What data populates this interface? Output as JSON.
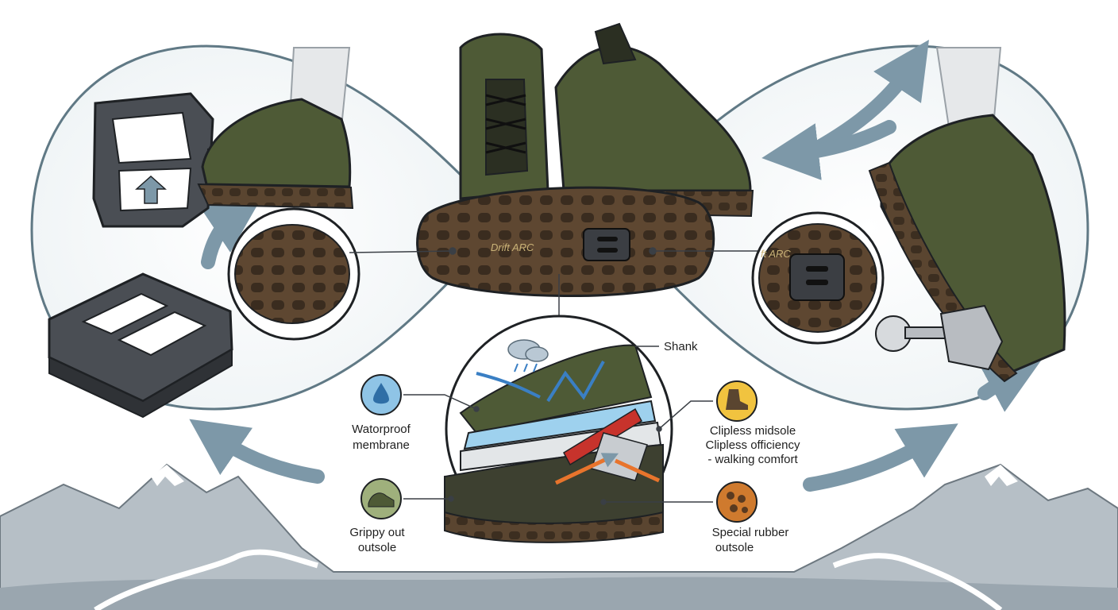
{
  "brand": {
    "left_sole": "Drift ARC",
    "right_sole": "ft ARC"
  },
  "callouts": {
    "shank": "Shank",
    "waterproof": [
      "Watorproof",
      "membrane"
    ],
    "clipless": [
      "Clipless midsole",
      "Clipless officiency",
      "- walking comfort"
    ],
    "grippy": [
      "Grippy out",
      "outsole"
    ],
    "rubber": [
      "Special rubber",
      "outsole"
    ]
  },
  "icons": {
    "waterproof": "water-drops-icon",
    "clipless": "foot-on-pedal-icon",
    "grippy": "shoe-icon",
    "rubber": "rubber-texture-icon"
  },
  "colors": {
    "shoe_olive": "#4e5a36",
    "sole_brown": "#5a4530",
    "pedal_gray": "#45484d",
    "arrow_blue": "#7d98a8",
    "accent_orange": "#e8742c",
    "accent_red": "#c7332c",
    "icon_yellow": "#f1c33f",
    "icon_blue": "#8fc4e6",
    "icon_green": "#9fb07c",
    "icon_orange": "#cf7a2e"
  }
}
